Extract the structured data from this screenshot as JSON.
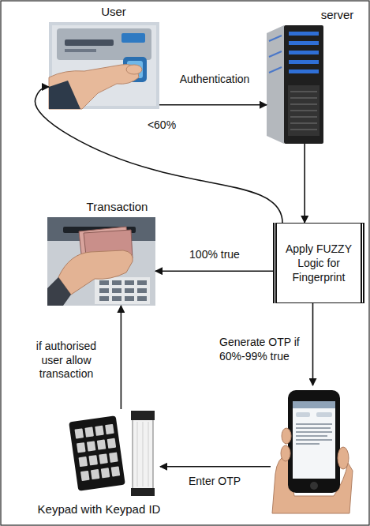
{
  "diagram": {
    "nodes": [
      {
        "text": [
          "User"
        ]
      },
      {
        "text": [
          "server"
        ]
      },
      {
        "text": [
          "Transaction"
        ]
      },
      {
        "text": [
          "Apply FUZZY Logic for Fingerprint"
        ]
      },
      {
        "text": [
          "Keypad with Keypad ID"
        ]
      },
      {
        "text": []
      }
    ],
    "edges": [
      {
        "from": 0,
        "to": 1,
        "arrow": "to",
        "label": "Authentication"
      },
      {
        "from": 1,
        "to": 3,
        "arrow": "to"
      },
      {
        "from": 3,
        "to": 0,
        "arrow": "to",
        "label": "<60%"
      },
      {
        "from": 3,
        "to": 2,
        "arrow": "to",
        "label": "100% true"
      },
      {
        "from": 3,
        "to": 5,
        "arrow": "to",
        "label": "Generate OTP if 60%-99% true"
      },
      {
        "from": 5,
        "to": 4,
        "arrow": "to",
        "label": "Enter OTP"
      },
      {
        "from": 4,
        "to": 2,
        "arrow": "to",
        "label": "if authorised user allow transaction"
      }
    ]
  }
}
